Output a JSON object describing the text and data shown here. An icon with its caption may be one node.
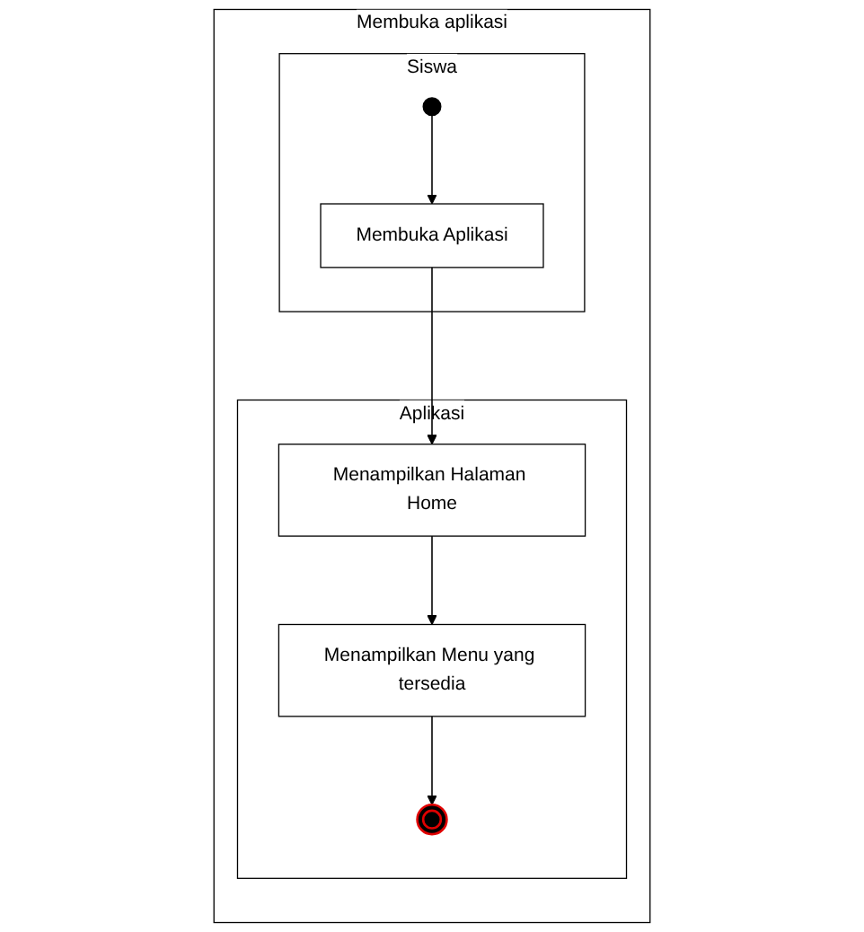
{
  "diagram": {
    "nodes": [
      {
        "text": [
          "Membuka aplikasi"
        ]
      },
      {
        "text": [
          "Siswa"
        ],
        "in": 0
      },
      {
        "text": [
          "Aplikasi"
        ],
        "in": 0
      },
      {
        "text": [],
        "shape": "circle",
        "in": 1
      },
      {
        "text": [
          "Membuka Aplikasi"
        ],
        "in": 1
      },
      {
        "text": [
          "Menampilkan Halaman Home"
        ],
        "in": 2
      },
      {
        "text": [
          "Menampilkan Menu yang tersedia"
        ],
        "in": 2
      },
      {
        "text": [],
        "shape": "circle",
        "in": 2
      }
    ],
    "edges": [
      {
        "from": 3,
        "to": 4,
        "arrow": "to"
      },
      {
        "from": 4,
        "to": 5,
        "arrow": "to"
      },
      {
        "from": 5,
        "to": 6,
        "arrow": "to"
      },
      {
        "from": 6,
        "to": 7,
        "arrow": "to"
      }
    ]
  }
}
